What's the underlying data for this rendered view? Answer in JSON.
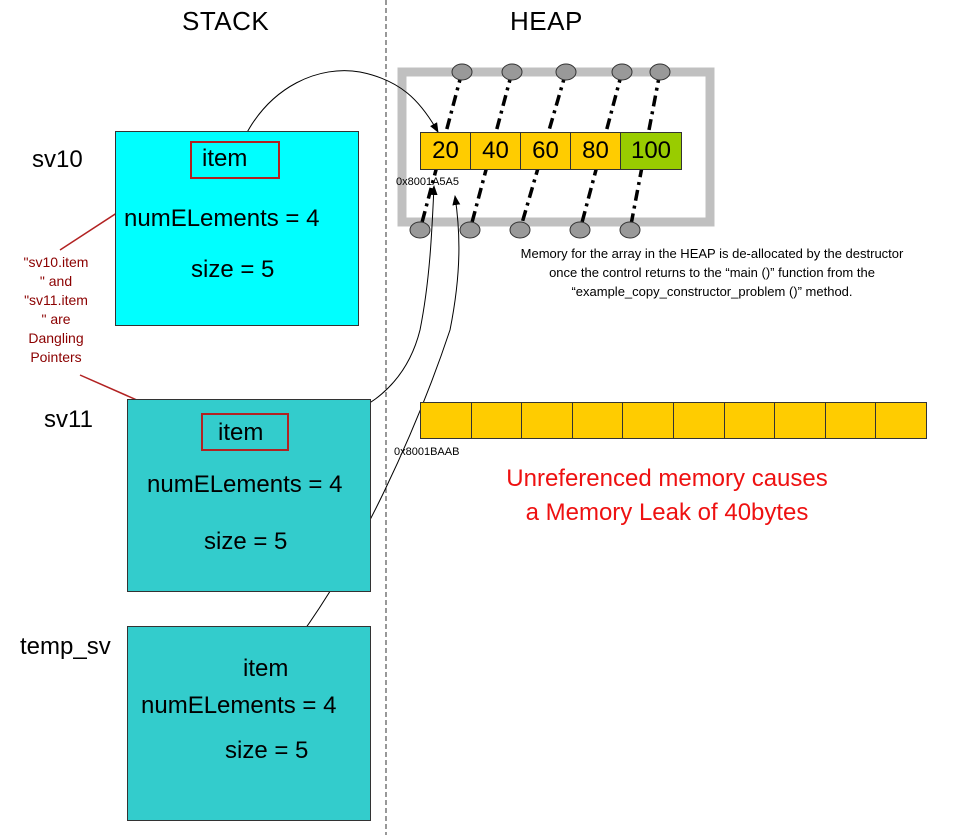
{
  "headers": {
    "stack": "STACK",
    "heap": "HEAP"
  },
  "stack": [
    {
      "name": "sv10",
      "item": "item",
      "num_elements": "numELements = 4",
      "size": "size = 5",
      "fill": "#00ffff"
    },
    {
      "name": "sv11",
      "item": "item",
      "num_elements": "numELements = 4",
      "size": "size = 5",
      "fill": "#33cccc"
    },
    {
      "name": "temp_sv",
      "item": "item",
      "num_elements": "numELements = 4",
      "size": "size = 5",
      "fill": "#33cccc"
    }
  ],
  "heap": {
    "array1": {
      "values": [
        "20",
        "40",
        "60",
        "80",
        "100"
      ],
      "address": "0x8001A5A5",
      "cell_color": "#ffcc00",
      "last_cell_color": "#99cc00"
    },
    "array2": {
      "cell_count": 10,
      "address": "0x8001BAAB",
      "cell_color": "#ffcc00"
    },
    "dealloc_note": [
      "Memory for the array in the HEAP is de-allocated by the destructor",
      "once the control returns to the “main ()” function from the",
      "“example_copy_constructor_problem ()” method."
    ],
    "leak_note": [
      "Unreferenced memory causes",
      "a Memory Leak of 40bytes"
    ],
    "leak_color": "#ee1111"
  },
  "dangling_note": [
    "\"sv10.item",
    "\" and",
    "\"sv11.item",
    "\" are",
    "Dangling",
    "Pointers"
  ],
  "colors": {
    "pointer_frame": "#b22222",
    "dangling_text": "#8b0000",
    "dangling_arrow": "#b22222",
    "frame_gray": "#c0c0c0",
    "divider": "#555555"
  }
}
